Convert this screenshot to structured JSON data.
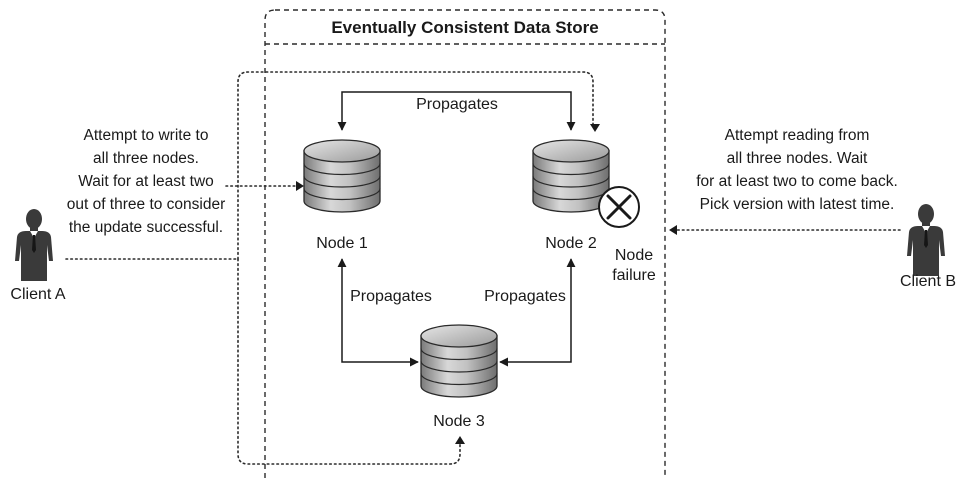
{
  "store": {
    "title": "Eventually Consistent Data Store"
  },
  "nodes": [
    {
      "id": "node1",
      "label": "Node 1"
    },
    {
      "id": "node2",
      "label": "Node 2",
      "status": "Node failure",
      "status_lines": [
        "Node",
        "failure"
      ]
    },
    {
      "id": "node3",
      "label": "Node 3"
    }
  ],
  "edges": [
    {
      "from": "node1",
      "to": "node2",
      "label": "Propagates"
    },
    {
      "from": "node1",
      "to": "node3",
      "label": "Propagates"
    },
    {
      "from": "node2",
      "to": "node3",
      "label": "Propagates"
    }
  ],
  "client_a": {
    "label": "Client A",
    "note_lines": [
      "Attempt to write to",
      "all three nodes.",
      "Wait for at least two",
      "out of three to consider",
      "the update successful."
    ]
  },
  "client_b": {
    "label": "Client B",
    "note_lines": [
      "Attempt reading from",
      "all three nodes. Wait",
      "for at least two to come back.",
      "Pick version with latest time."
    ]
  },
  "icons": {
    "database": "database-cylinder-icon",
    "failure": "x-circle-icon",
    "person": "person-silhouette-icon"
  },
  "colors": {
    "ink": "#1a1a1a",
    "cylinder_light": "#d4d4d4",
    "cylinder_dark": "#8a8a8a",
    "person": "#3a3a3a"
  }
}
